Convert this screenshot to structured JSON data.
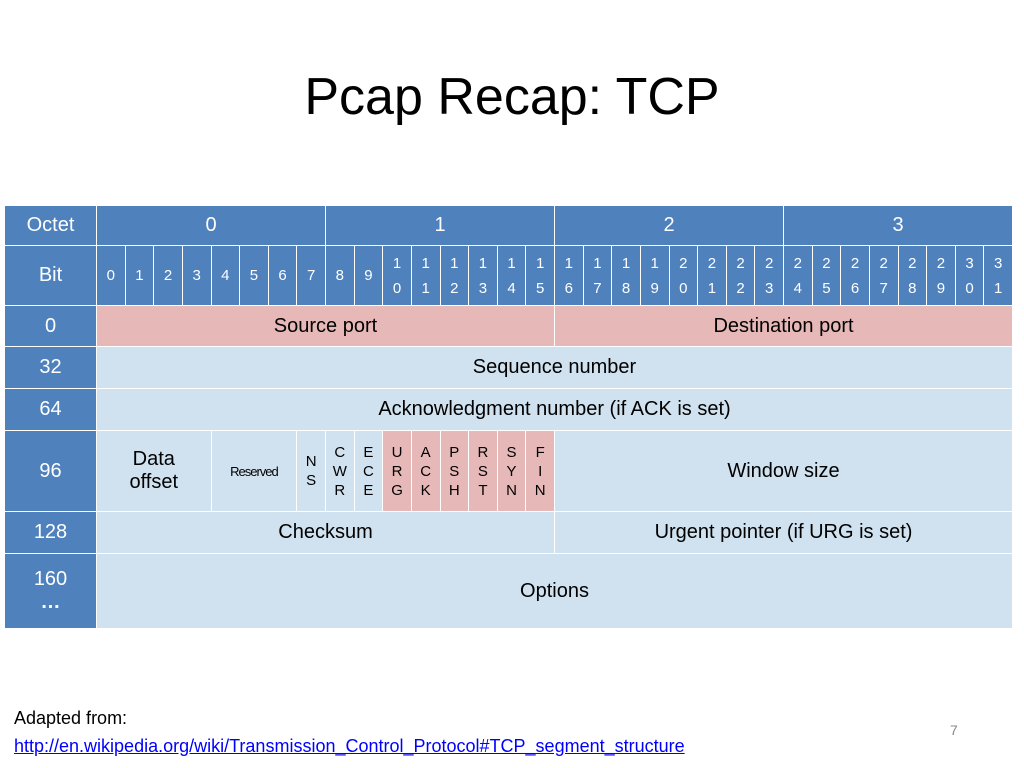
{
  "title": "Pcap Recap: TCP",
  "header": {
    "octet_label": "Octet",
    "octets": [
      "0",
      "1",
      "2",
      "3"
    ],
    "bit_label": "Bit",
    "bits": [
      [
        "0"
      ],
      [
        "1"
      ],
      [
        "2"
      ],
      [
        "3"
      ],
      [
        "4"
      ],
      [
        "5"
      ],
      [
        "6"
      ],
      [
        "7"
      ],
      [
        "8"
      ],
      [
        "9"
      ],
      [
        "1",
        "0"
      ],
      [
        "1",
        "1"
      ],
      [
        "1",
        "2"
      ],
      [
        "1",
        "3"
      ],
      [
        "1",
        "4"
      ],
      [
        "1",
        "5"
      ],
      [
        "1",
        "6"
      ],
      [
        "1",
        "7"
      ],
      [
        "1",
        "8"
      ],
      [
        "1",
        "9"
      ],
      [
        "2",
        "0"
      ],
      [
        "2",
        "1"
      ],
      [
        "2",
        "2"
      ],
      [
        "2",
        "3"
      ],
      [
        "2",
        "4"
      ],
      [
        "2",
        "5"
      ],
      [
        "2",
        "6"
      ],
      [
        "2",
        "7"
      ],
      [
        "2",
        "8"
      ],
      [
        "2",
        "9"
      ],
      [
        "3",
        "0"
      ],
      [
        "3",
        "1"
      ]
    ]
  },
  "rows": {
    "r0": {
      "offset": "0",
      "source_port": "Source port",
      "destination_port": "Destination port"
    },
    "r32": {
      "offset": "32",
      "sequence_number": "Sequence number"
    },
    "r64": {
      "offset": "64",
      "ack_number": "Acknowledgment number (if ACK is set)"
    },
    "r96": {
      "offset": "96",
      "data_offset_line1": "Data",
      "data_offset_line2": "offset",
      "reserved": "Reserved",
      "flags": [
        {
          "letters": [
            "N",
            "S"
          ],
          "highlight": false
        },
        {
          "letters": [
            "C",
            "W",
            "R"
          ],
          "highlight": false
        },
        {
          "letters": [
            "E",
            "C",
            "E"
          ],
          "highlight": false
        },
        {
          "letters": [
            "U",
            "R",
            "G"
          ],
          "highlight": true
        },
        {
          "letters": [
            "A",
            "C",
            "K"
          ],
          "highlight": true
        },
        {
          "letters": [
            "P",
            "S",
            "H"
          ],
          "highlight": true
        },
        {
          "letters": [
            "R",
            "S",
            "T"
          ],
          "highlight": true
        },
        {
          "letters": [
            "S",
            "Y",
            "N"
          ],
          "highlight": true
        },
        {
          "letters": [
            "F",
            "I",
            "N"
          ],
          "highlight": true
        }
      ],
      "window_size": "Window size"
    },
    "r128": {
      "offset": "128",
      "checksum": "Checksum",
      "urgent_pointer": "Urgent pointer (if URG is set)"
    },
    "r160": {
      "offset_line1": "160",
      "offset_line2": "…",
      "options": "Options"
    }
  },
  "footer": {
    "adapted_from": "Adapted from:",
    "link": "http://en.wikipedia.org/wiki/Transmission_Control_Protocol#TCP_segment_structure"
  },
  "page_number": "7",
  "colors": {
    "header_blue": "#4f81bd",
    "row_light_blue": "#d0e2ef",
    "highlight_pink": "#e6b8b7",
    "link": "#0000ff"
  }
}
